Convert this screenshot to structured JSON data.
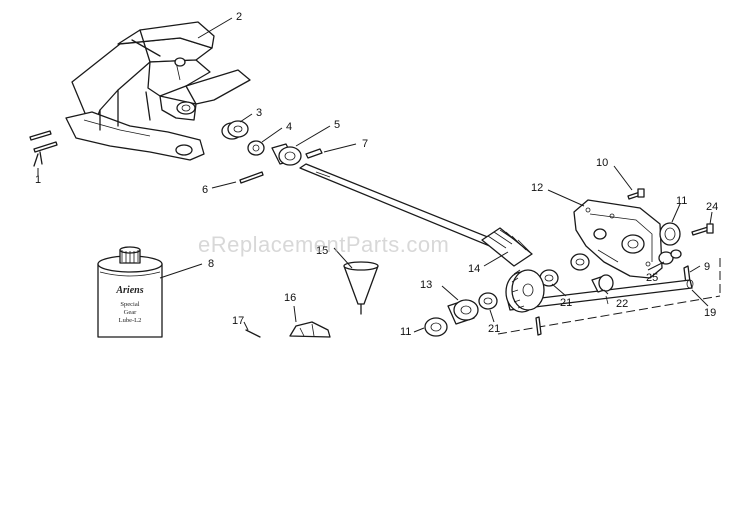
{
  "watermark": "eReplacementParts.com",
  "can_label": {
    "brand": "Ariens",
    "line1": "Special",
    "line2": "Gear",
    "line3": "Lube-L2"
  },
  "callouts": {
    "c1": "1",
    "c2": "2",
    "c3": "3",
    "c4": "4",
    "c5": "5",
    "c6": "6",
    "c7": "7",
    "c8": "8",
    "c9": "9",
    "c10": "10",
    "c11a": "11",
    "c11b": "11",
    "c12": "12",
    "c13": "13",
    "c14": "14",
    "c15": "15",
    "c16": "16",
    "c17": "17",
    "c19": "19",
    "c21a": "21",
    "c21b": "21",
    "c22": "22",
    "c24": "24",
    "c25": "25"
  },
  "colors": {
    "ink": "#1a1a1a",
    "background": "#ffffff",
    "watermark": "#b8b8b8"
  }
}
